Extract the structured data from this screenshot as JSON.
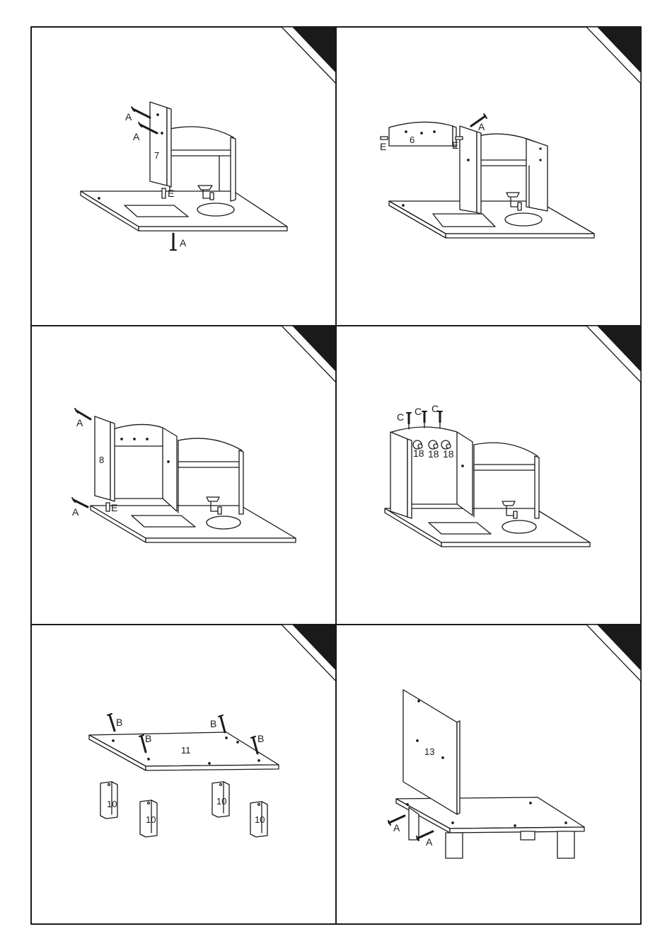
{
  "panels": [
    {
      "id": "step-1",
      "part_labels": {
        "panel": "7",
        "screw_top_1": "A",
        "screw_top_2": "A",
        "dowel": "E",
        "screw_bottom": "A"
      }
    },
    {
      "id": "step-2",
      "part_labels": {
        "panel": "6",
        "dowel_left": "E",
        "dowel_right": "E",
        "screw": "A"
      }
    },
    {
      "id": "step-3",
      "part_labels": {
        "panel": "8",
        "screw_top": "A",
        "screw_bottom": "A",
        "dowel": "E"
      }
    },
    {
      "id": "step-4",
      "part_labels": {
        "screw_1": "C",
        "screw_2": "C",
        "screw_3": "C",
        "knob_1": "18",
        "knob_2": "18",
        "knob_3": "18"
      }
    },
    {
      "id": "step-5",
      "part_labels": {
        "panel": "11",
        "screw_1": "B",
        "screw_2": "B",
        "screw_3": "B",
        "screw_4": "B",
        "leg_1": "10",
        "leg_2": "10",
        "leg_3": "10",
        "leg_4": "10"
      }
    },
    {
      "id": "step-6",
      "part_labels": {
        "panel": "13",
        "screw_1": "A",
        "screw_2": "A"
      }
    }
  ],
  "colors": {
    "ink": "#1a1a1a",
    "paper": "#ffffff",
    "corner_tab": "#1a1a1a"
  }
}
